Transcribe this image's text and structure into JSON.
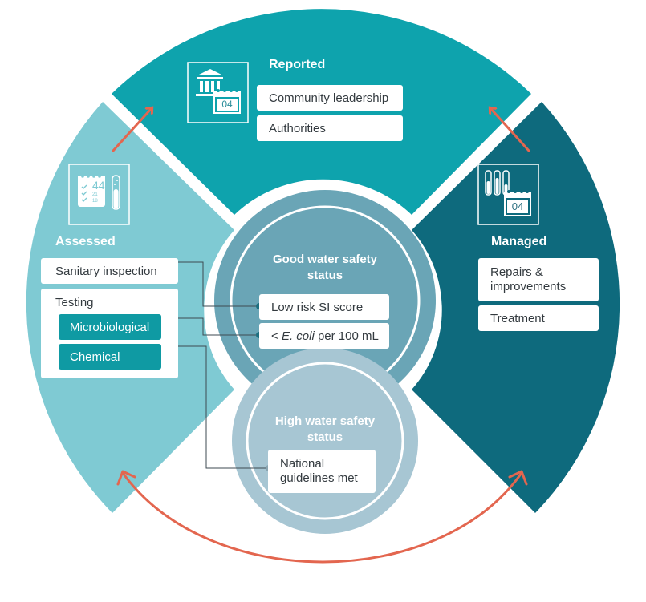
{
  "colors": {
    "reported": "#0ea3ad",
    "assessed": "#7fcad3",
    "managed": "#0e6a7d",
    "good_ring": "#6aa5b6",
    "high_ring": "#a7c6d3",
    "arrow": "#e3664f"
  },
  "reported": {
    "title": "Reported",
    "icon": "government-building-calendar-icon",
    "calendar_number": "04",
    "items": [
      "Community leadership",
      "Authorities"
    ]
  },
  "assessed": {
    "title": "Assessed",
    "icon": "checklist-test-tube-icon",
    "checklist_numbers": [
      "44",
      "21",
      "18"
    ],
    "sanitary": "Sanitary inspection",
    "testing": "Testing",
    "tests": [
      "Microbiological",
      "Chemical"
    ]
  },
  "managed": {
    "title": "Managed",
    "icon": "test-tubes-calendar-icon",
    "calendar_number": "04",
    "items": [
      "Repairs & improvements",
      "Treatment"
    ]
  },
  "good": {
    "title": "Good water safety status",
    "items": {
      "low_risk": "Low risk SI score",
      "ecoli_prefix": "< ",
      "ecoli_italic": "E. coli",
      "ecoli_suffix": " per 100 mL"
    }
  },
  "high": {
    "title": "High water safety status",
    "item": "National guidelines met"
  }
}
